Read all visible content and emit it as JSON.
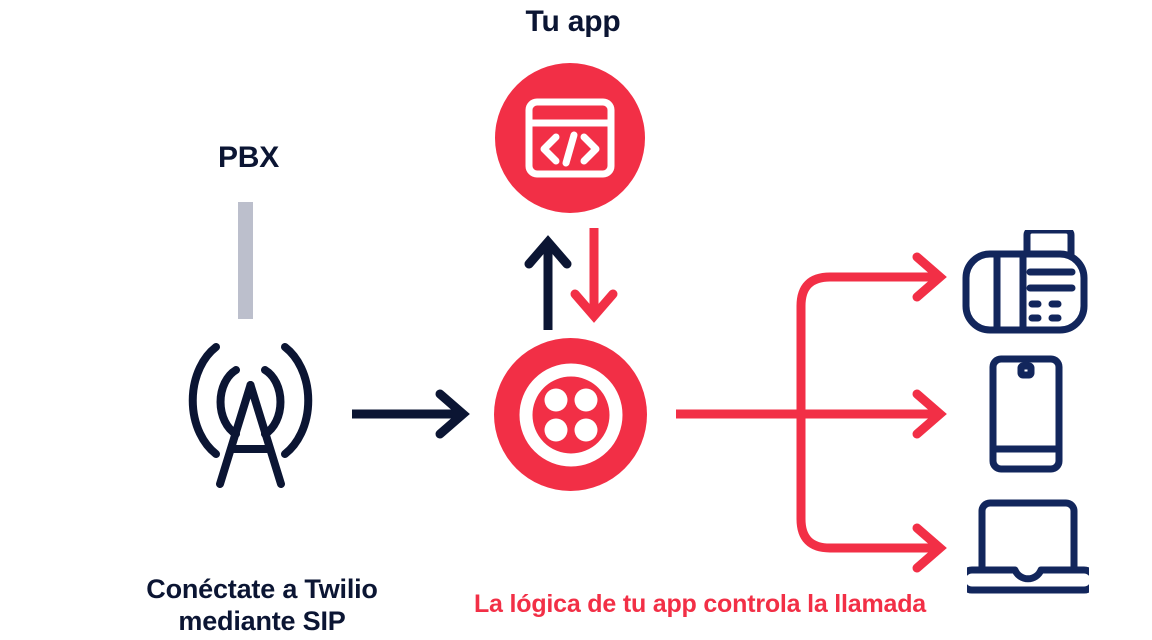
{
  "diagram": {
    "title_labels": {
      "app": "Tu app",
      "pbx": "PBX",
      "sip_line1": "Conéctate a Twilio",
      "sip_line2": "mediante SIP",
      "app_logic": "La lógica de tu app controla la llamada"
    },
    "colors": {
      "red": "#F22F46",
      "navy": "#0B1533",
      "gray": "#BCBFCC",
      "white": "#FFFFFF",
      "background": "#FFFFFF"
    },
    "nodes": [
      {
        "id": "pbx",
        "icon": "antenna-tower-icon",
        "label": "PBX",
        "color": "#0B1533"
      },
      {
        "id": "your-app",
        "icon": "code-window-icon",
        "label": "Tu app",
        "color": "#F22F46"
      },
      {
        "id": "twilio",
        "icon": "twilio-logo-icon",
        "label": "",
        "color": "#F22F46"
      },
      {
        "id": "desk-phone",
        "icon": "desk-phone-icon",
        "label": "",
        "color": "#0B1533"
      },
      {
        "id": "mobile",
        "icon": "mobile-phone-icon",
        "label": "",
        "color": "#0B1533"
      },
      {
        "id": "laptop",
        "icon": "laptop-icon",
        "label": "",
        "color": "#0B1533"
      }
    ],
    "connectors": [
      {
        "id": "pbx-to-twilio",
        "from": "pbx",
        "to": "twilio",
        "color": "#0B1533",
        "direction": "right"
      },
      {
        "id": "twilio-to-app",
        "from": "twilio",
        "to": "your-app",
        "color": "#0B1533",
        "direction": "up"
      },
      {
        "id": "app-to-twilio",
        "from": "your-app",
        "to": "twilio",
        "color": "#F22F46",
        "direction": "down"
      },
      {
        "id": "twilio-to-desk",
        "from": "twilio",
        "to": "desk-phone",
        "color": "#F22F46",
        "direction": "up-right"
      },
      {
        "id": "twilio-to-mobile",
        "from": "twilio",
        "to": "mobile",
        "color": "#F22F46",
        "direction": "right"
      },
      {
        "id": "twilio-to-laptop",
        "from": "twilio",
        "to": "laptop",
        "color": "#F22F46",
        "direction": "down-right"
      }
    ]
  }
}
